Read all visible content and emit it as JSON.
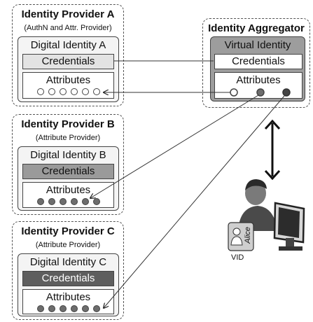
{
  "idp_a": {
    "title": "Identity Provider A",
    "subtitle": "(AuthN and Attr. Provider)",
    "identity_title": "Digital Identity A",
    "credentials": "Credentials",
    "attributes": "Attributes"
  },
  "idp_b": {
    "title": "Identity Provider B",
    "subtitle": "(Attribute Provider)",
    "identity_title": "Digital Identity B",
    "credentials": "Credentials",
    "attributes": "Attributes"
  },
  "idp_c": {
    "title": "Identity Provider C",
    "subtitle": "(Attribute Provider)",
    "identity_title": "Digital Identity C",
    "credentials": "Credentials",
    "attributes": "Attributes"
  },
  "aggregator": {
    "title": "Identity Aggregator",
    "identity_title": "Virtual Identity",
    "credentials": "Credentials",
    "attributes": "Attributes"
  },
  "user": {
    "card_name": "Alice",
    "vid_label": "VID"
  }
}
